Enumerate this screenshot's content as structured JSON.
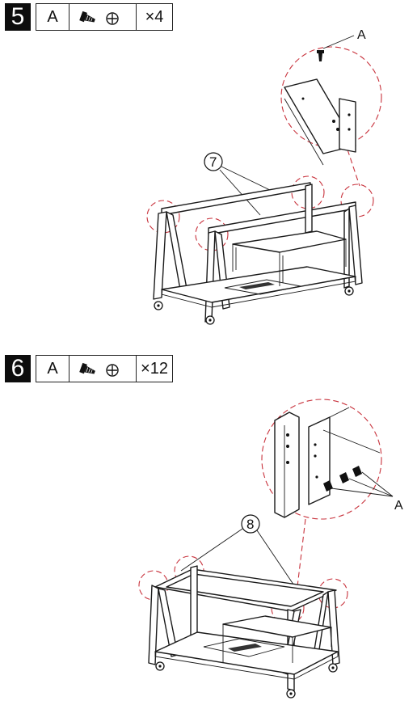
{
  "steps": [
    {
      "number": "5",
      "part_letter": "A",
      "icons": [
        "screw-icon",
        "screwdriver-cross-icon"
      ],
      "quantity": "×4",
      "callouts": {
        "part_label": "A",
        "item_number": "7"
      }
    },
    {
      "number": "6",
      "part_letter": "A",
      "icons": [
        "screw-icon",
        "screwdriver-cross-icon"
      ],
      "quantity": "×12",
      "callouts": {
        "part_label": "A",
        "item_number": "8"
      }
    }
  ],
  "colors": {
    "highlight_dash": "#c8323c",
    "step_badge": "#0d0d0d",
    "line": "#1a1a1a"
  }
}
